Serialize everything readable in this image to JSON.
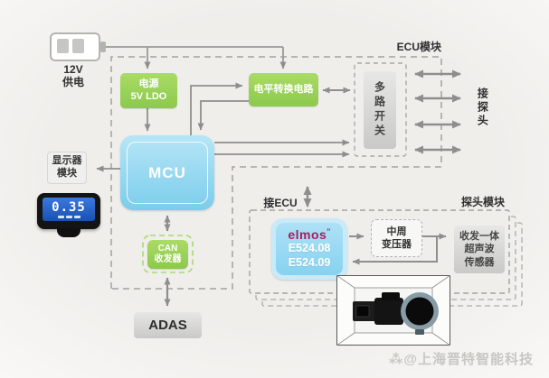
{
  "power_supply": {
    "label_line1": "12V",
    "label_line2": "供电"
  },
  "ecu_module": {
    "title": "ECU模块",
    "ldo_line1": "电源",
    "ldo_line2": "5V LDO",
    "level_shift": "电平转换电路",
    "mcu": "MCU",
    "mux": "多路开关",
    "can_line1": "CAN",
    "can_line2": "收发器"
  },
  "probe_connect_label": "接探头",
  "display_module": {
    "line1": "显示器",
    "line2": "模块",
    "lcd_value": "0.35"
  },
  "adas_label": "ADAS",
  "connect_ecu_label": "接ECU",
  "probe_module": {
    "title": "探头模块",
    "chip_brand": "elmos",
    "chip_brand_mark": "″",
    "chip_models": [
      "E524.08",
      "E524.09"
    ],
    "transformer_line1": "中周",
    "transformer_line2": "变压器",
    "sensor_line1": "收发一体",
    "sensor_line2": "超声波",
    "sensor_line3": "传感器"
  },
  "watermark": {
    "icon": "⁂",
    "text": "@上海晋特智能科技"
  },
  "colors": {
    "background": "#f0eeec",
    "green_box": "#9ad055",
    "blue_box": "#8ed4f0",
    "gray_box": "#d7d7d5",
    "line": "#8e8e8c",
    "dash": "#a2a2a0",
    "elmos_brand": "#a91e5e",
    "lcd_blue": "#2a63c8"
  }
}
